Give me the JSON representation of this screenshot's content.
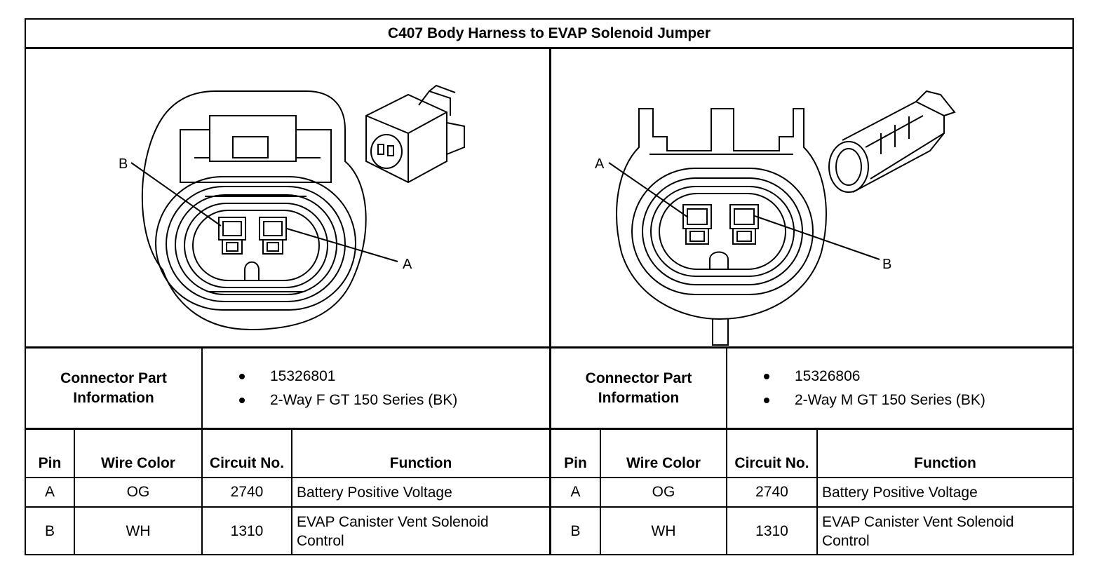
{
  "title": "C407 Body Harness to EVAP Solenoid Jumper",
  "left": {
    "callouts": {
      "top": "B",
      "bottom": "A"
    },
    "part_label": "Connector Part Information",
    "part_info": [
      "15326801",
      "2-Way F GT 150 Series (BK)"
    ],
    "headers": {
      "pin": "Pin",
      "wire_color": "Wire Color",
      "circuit": "Circuit No.",
      "function": "Function"
    },
    "rows": [
      {
        "pin": "A",
        "wire_color": "OG",
        "circuit": "2740",
        "function": "Battery Positive Voltage"
      },
      {
        "pin": "B",
        "wire_color": "WH",
        "circuit": "1310",
        "function": "EVAP Canister Vent Solenoid Control"
      }
    ]
  },
  "right": {
    "callouts": {
      "top": "A",
      "bottom": "B"
    },
    "part_label": "Connector Part Information",
    "part_info": [
      "15326806",
      "2-Way M GT 150 Series (BK)"
    ],
    "headers": {
      "pin": "Pin",
      "wire_color": "Wire Color",
      "circuit": "Circuit No.",
      "function": "Function"
    },
    "rows": [
      {
        "pin": "A",
        "wire_color": "OG",
        "circuit": "2740",
        "function": "Battery Positive Voltage"
      },
      {
        "pin": "B",
        "wire_color": "WH",
        "circuit": "1310",
        "function": "EVAP Canister Vent Solenoid Control"
      }
    ]
  }
}
